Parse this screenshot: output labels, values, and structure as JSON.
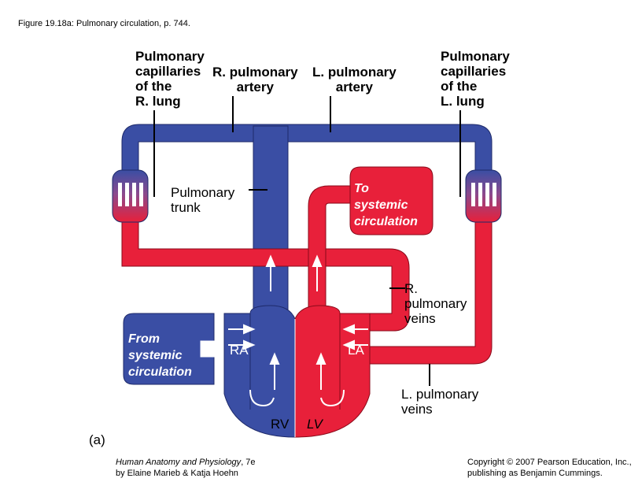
{
  "figure_caption": "Figure 19.18a:  Pulmonary circulation, p. 744.",
  "labels": {
    "cap_r_lung": "Pulmonary\ncapillaries\nof the\nR. lung",
    "r_pulm_artery": "R. pulmonary\nartery",
    "l_pulm_artery": "L. pulmonary\nartery",
    "cap_l_lung": "Pulmonary\ncapillaries\nof the\nL. lung",
    "pulm_trunk": "Pulmonary\ntrunk",
    "to_systemic": "To\nsystemic\ncirculation",
    "r_pulm_veins": "R.\npulmonary\nveins",
    "from_systemic": "From\nsystemic\ncirculation",
    "ra": "RA",
    "la": "LA",
    "rv": "RV",
    "lv": "LV",
    "l_pulm_veins": "L. pulmonary\nveins",
    "panel": "(a)"
  },
  "footer": {
    "book_title": "Human Anatomy and Physiology",
    "edition": ", 7e",
    "authors": "by Elaine Marieb & Katja Hoehn",
    "copyright_line1": "Copyright © 2007 Pearson Education, Inc.,",
    "copyright_line2": "publishing as Benjamin Cummings."
  },
  "colors": {
    "deoxygenated": "#3a4ea4",
    "oxygenated": "#e8203a"
  }
}
